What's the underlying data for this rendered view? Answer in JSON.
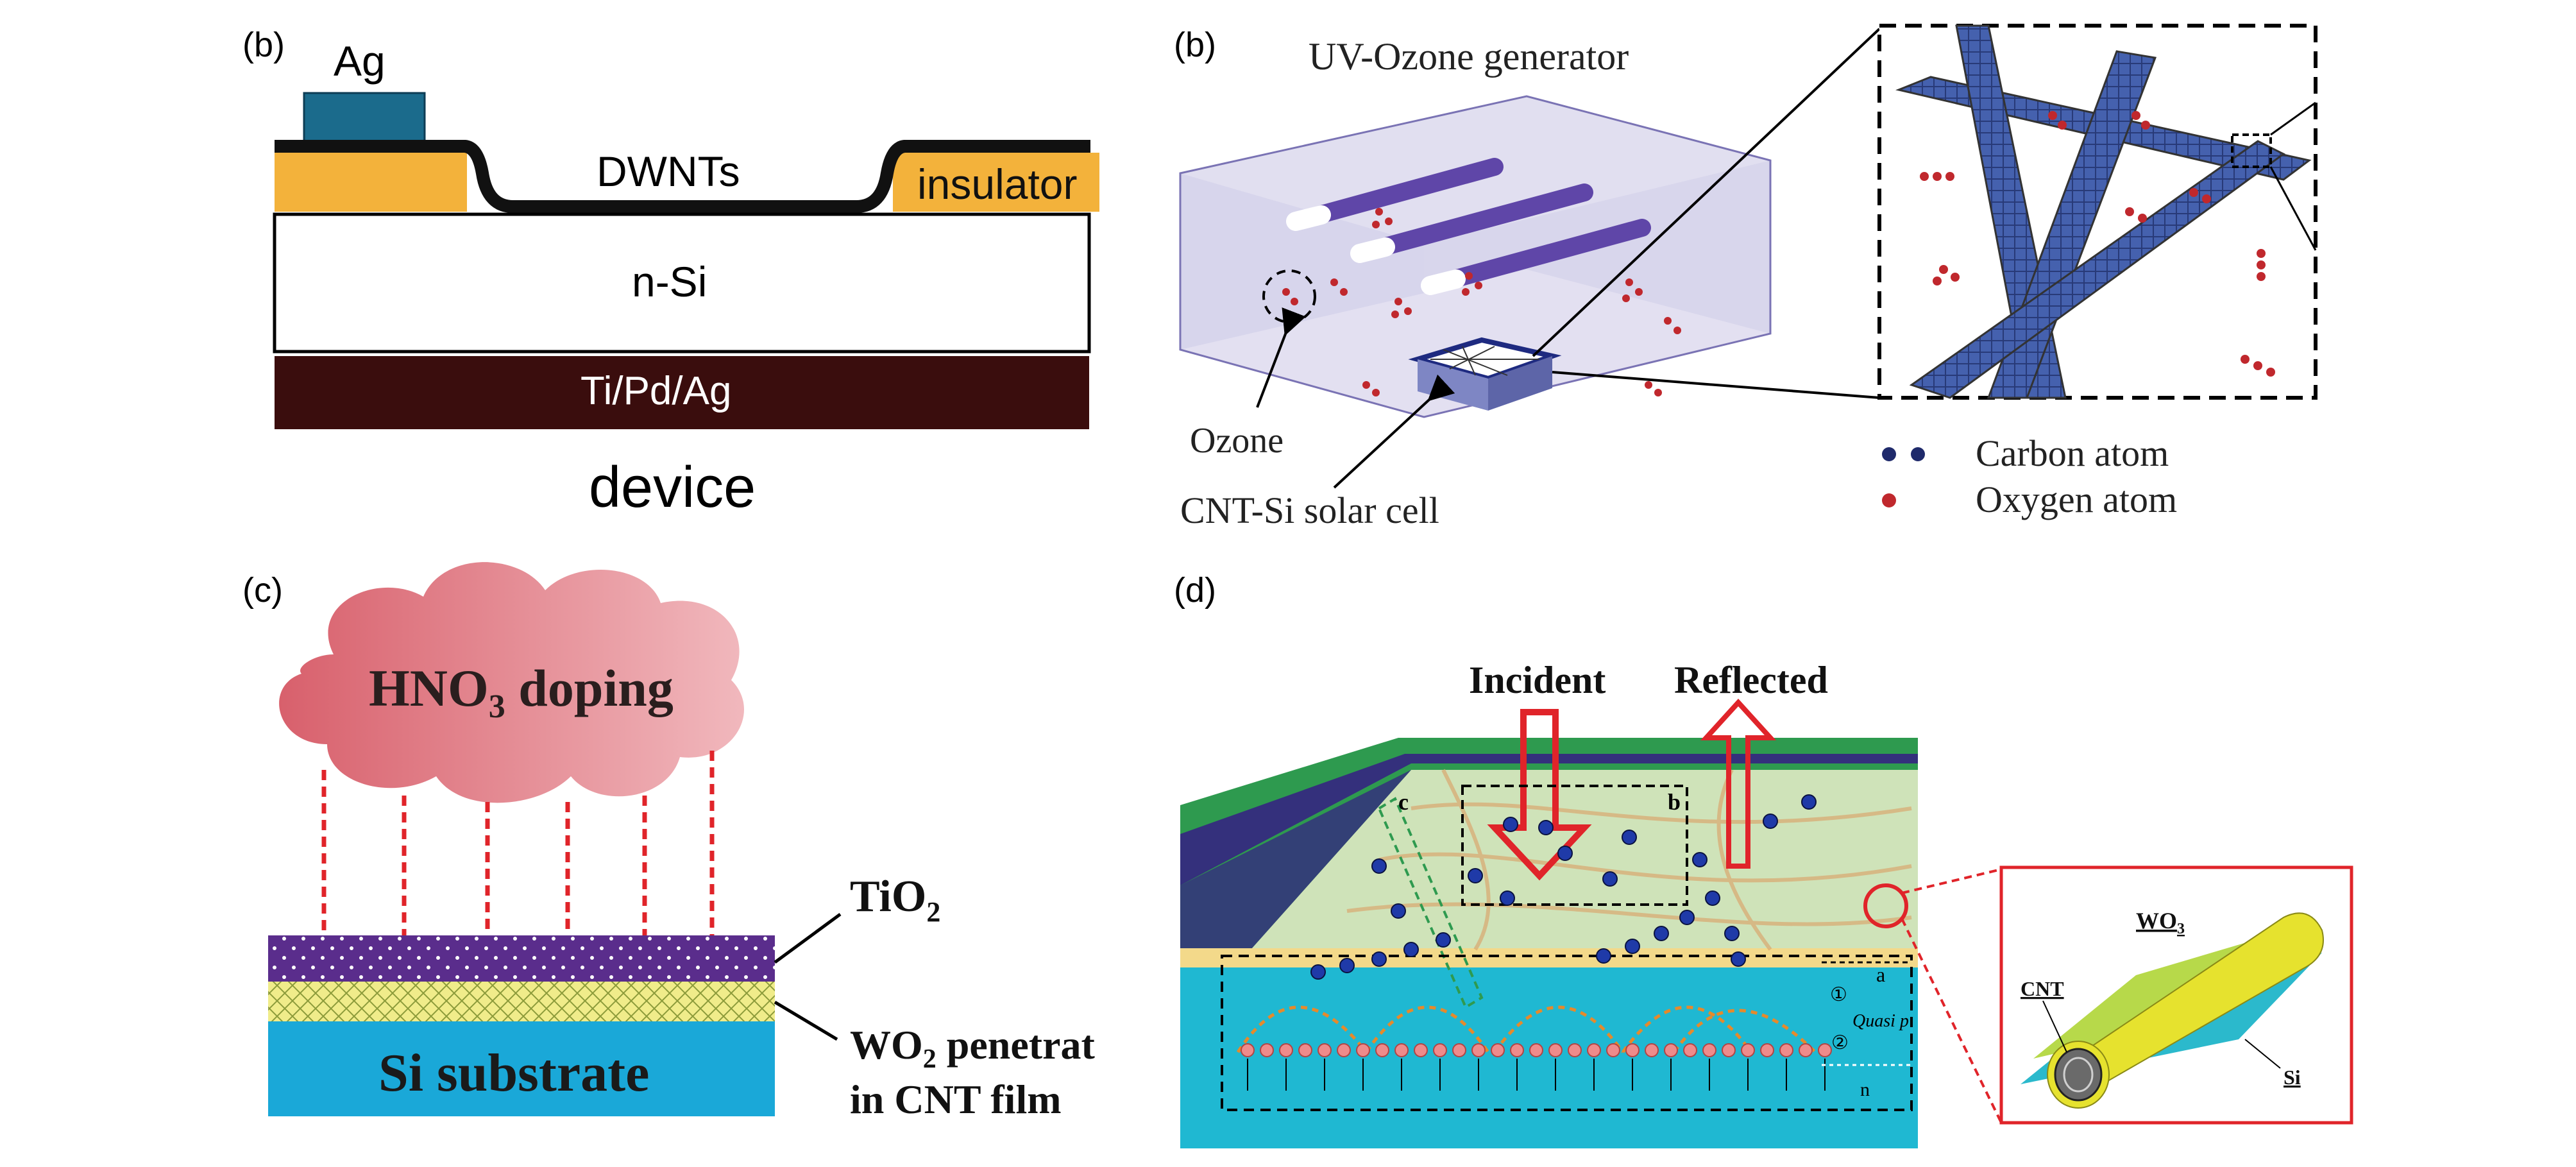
{
  "panel_a": {
    "panel_label": "(b)",
    "top_electrode": "Ag",
    "film_label": "DWNTs",
    "insulator": "insulator",
    "substrate": "n-Si",
    "back_contact": "Ti/Pd/Ag",
    "caption": "device"
  },
  "panel_b": {
    "panel_label": "(b)",
    "chamber_label": "UV-Ozone generator",
    "ozone_label": "Ozone",
    "cell_label": "CNT-Si solar cell",
    "legend": [
      {
        "label": "Carbon atom",
        "color": "#1f2a6b"
      },
      {
        "label": "Oxygen atom",
        "color": "#c0282d"
      }
    ]
  },
  "panel_c": {
    "panel_label": "(c)",
    "cloud_text": "HNO",
    "cloud_sub": "3",
    "cloud_suffix": " doping",
    "top_layer_text": "TiO",
    "top_layer_sub": "2",
    "penetration_line1_prefix": "WO",
    "penetration_line1_sub": "2",
    "penetration_line1_suffix": " penetrat",
    "penetration_line2": "in CNT film",
    "substrate": "Si substrate"
  },
  "panel_d": {
    "panel_label": "(d)",
    "incident": "Incident",
    "reflected": "Reflected",
    "box_b": "b",
    "box_c": "c",
    "marker_a": "a",
    "quasi": "Quasi p",
    "n_label": "n",
    "circled_1": "①",
    "circled_2": "②",
    "inset_shell": "WO",
    "inset_shell_sub": "3",
    "inset_core": "CNT",
    "inset_base": "Si"
  },
  "colors": {
    "ag": "#1b6b8c",
    "insulator": "#f3b23b",
    "back_contact": "#3a0d0d",
    "tio2": "#5a2d8c",
    "wo2": "#f0ec8a",
    "si": "#1aa8d8",
    "cloud": "#e07a84",
    "arrow_red": "#e0242a",
    "cnt_blue": "#3d5aa8"
  }
}
